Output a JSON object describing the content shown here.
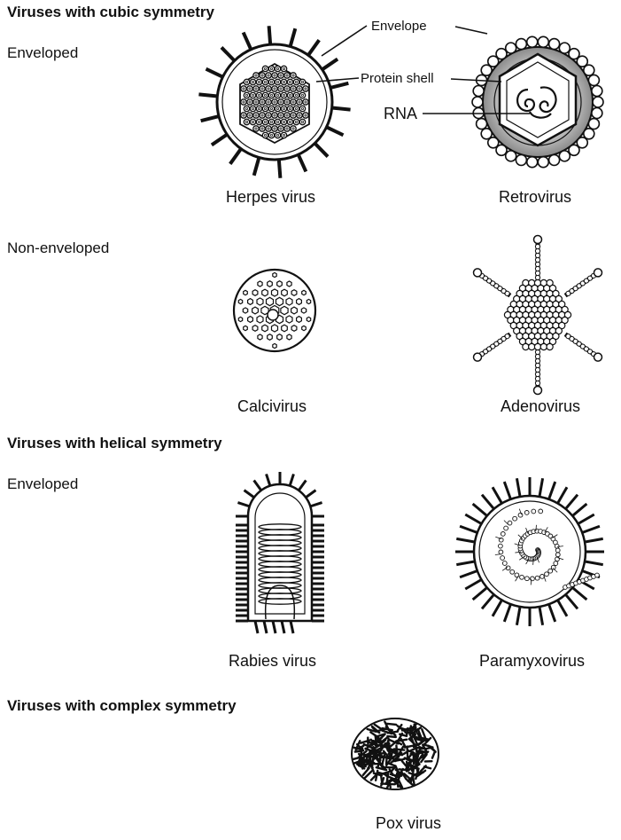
{
  "sections": {
    "cubic": {
      "title": "Viruses with cubic symmetry",
      "enveloped": "Enveloped",
      "non_enveloped": "Non-enveloped"
    },
    "helical": {
      "title": "Viruses with helical symmetry",
      "enveloped": "Enveloped"
    },
    "complex": {
      "title": "Viruses with complex symmetry"
    }
  },
  "viruses": {
    "herpes": "Herpes virus",
    "retro": "Retrovirus",
    "calci": "Calcivirus",
    "adeno": "Adenovirus",
    "rabies": "Rabies virus",
    "paramyxo": "Paramyxovirus",
    "pox": "Pox virus"
  },
  "labels": {
    "envelope": "Envelope",
    "protein_shell": "Protein shell",
    "rna": "RNA"
  },
  "colors": {
    "ink": "#111111",
    "retro_gradient_inner": "#f4f4f4",
    "retro_gradient_outer": "#8a8a8a"
  }
}
